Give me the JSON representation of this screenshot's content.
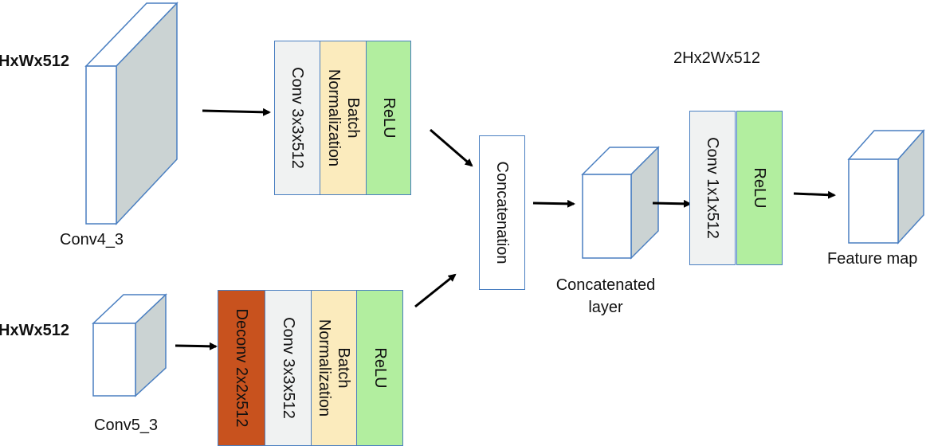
{
  "colors": {
    "outline": "#4a7fc1",
    "face_front": "#ffffff",
    "face_side": "#cbd3d3",
    "conv": "#f0f2f2",
    "batchnorm": "#fbebbd",
    "relu": "#b2ee9f",
    "deconv": "#c8521e",
    "arrow": "#000000"
  },
  "top_branch": {
    "input_dim": "HxWx512",
    "input_name": "Conv4_3",
    "conv": "Conv 3x3x512",
    "bn_line1": "Batch",
    "bn_line2": "Normalization",
    "relu": "ReLU"
  },
  "bottom_branch": {
    "input_dim": "HxWx512",
    "input_name": "Conv5_3",
    "deconv": "Deconv 2x2x512",
    "conv": "Conv 3x3x512",
    "bn_line1": "Batch",
    "bn_line2": "Normalization",
    "relu": "ReLU"
  },
  "merge": {
    "concat": "Concatenation",
    "output_dim": "2Hx2Wx512",
    "layer_line1": "Concatenated",
    "layer_line2": "layer",
    "conv": "Conv 1x1x512",
    "relu": "ReLU",
    "feature_map": "Feature map"
  }
}
